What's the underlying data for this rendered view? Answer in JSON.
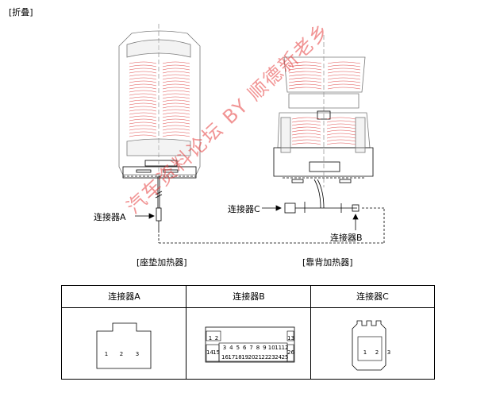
{
  "section_label": "[折叠]",
  "captions": {
    "seat_cushion_heater": "[座垫加热器]",
    "seatback_heater": "[靠背加热器]"
  },
  "connector_labels": {
    "a": "连接器A",
    "b": "连接器B",
    "c": "连接器C"
  },
  "table": {
    "headers": [
      "连接器A",
      "连接器B",
      "连接器C"
    ],
    "connector_a_pins": [
      "1",
      "2",
      "3"
    ],
    "connector_b_pins": {
      "top": [
        "1",
        "2",
        "13"
      ],
      "side_left": [
        "14",
        "15"
      ],
      "row_upper": [
        "3",
        "4",
        "5",
        "6",
        "7",
        "8",
        "9",
        "10",
        "11",
        "12"
      ],
      "row_lower": [
        "16",
        "17",
        "18",
        "19",
        "20",
        "21",
        "22",
        "23",
        "24",
        "25"
      ],
      "side_right": [
        "26"
      ]
    },
    "connector_c_pins": [
      "1",
      "2",
      "3"
    ]
  },
  "watermark": "汽车资料论坛 BY 顺德新老乡",
  "colors": {
    "heater_red": "#e05050",
    "line": "#000000",
    "watermark": "#e63c3c"
  }
}
